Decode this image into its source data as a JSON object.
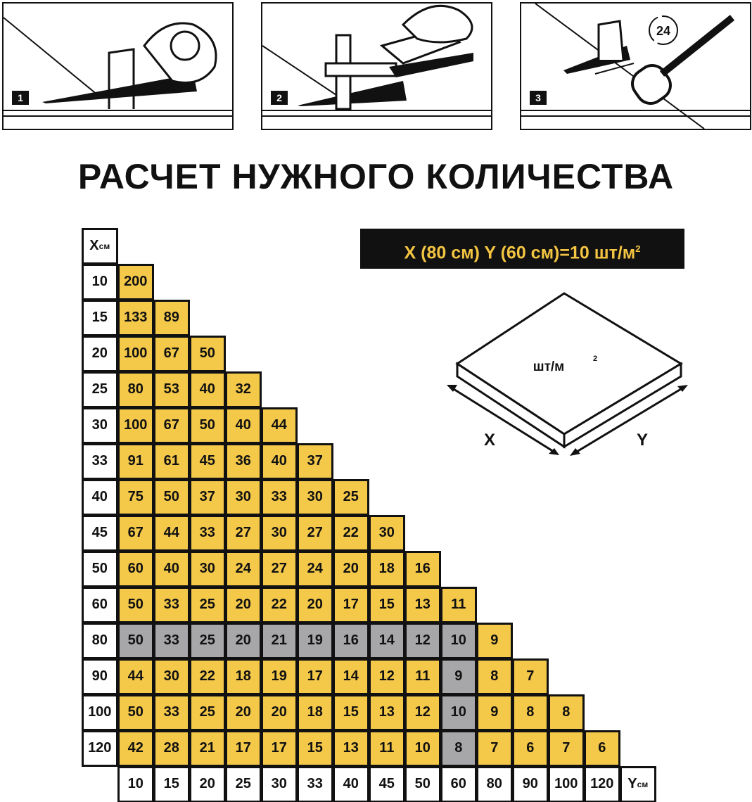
{
  "steps": [
    {
      "number": "1"
    },
    {
      "number": "2"
    },
    {
      "number": "3",
      "timer_label": "24"
    }
  ],
  "title": "РАСЧЕТ НУЖНОГО КОЛИЧЕСТВА",
  "formula": {
    "text": "X (80 см) Y (60 см)=10  шт/м",
    "sup": "2"
  },
  "tile_diagram": {
    "label": "шт/м",
    "label_sup": "2",
    "x_label": "X",
    "y_label": "Y"
  },
  "table": {
    "x_header": "X",
    "x_unit": "см",
    "y_header": "Y",
    "y_unit": "см",
    "rows": [
      "10",
      "15",
      "20",
      "25",
      "30",
      "33",
      "40",
      "45",
      "50",
      "60",
      "80",
      "90",
      "100",
      "120"
    ],
    "cols": [
      "10",
      "15",
      "20",
      "25",
      "30",
      "33",
      "40",
      "45",
      "50",
      "60",
      "80",
      "90",
      "100",
      "120"
    ],
    "values": [
      [
        "200"
      ],
      [
        "133",
        "89"
      ],
      [
        "100",
        "67",
        "50"
      ],
      [
        "80",
        "53",
        "40",
        "32"
      ],
      [
        "100",
        "67",
        "50",
        "40",
        "44"
      ],
      [
        "91",
        "61",
        "45",
        "36",
        "40",
        "37"
      ],
      [
        "75",
        "50",
        "37",
        "30",
        "33",
        "30",
        "25"
      ],
      [
        "67",
        "44",
        "33",
        "27",
        "30",
        "27",
        "22",
        "30"
      ],
      [
        "60",
        "40",
        "30",
        "24",
        "27",
        "24",
        "20",
        "18",
        "16"
      ],
      [
        "50",
        "33",
        "25",
        "20",
        "22",
        "20",
        "17",
        "15",
        "13",
        "11"
      ],
      [
        "50",
        "33",
        "25",
        "20",
        "21",
        "19",
        "16",
        "14",
        "12",
        "10",
        "9"
      ],
      [
        "44",
        "30",
        "22",
        "18",
        "19",
        "17",
        "14",
        "12",
        "11",
        "9",
        "8",
        "7"
      ],
      [
        "50",
        "33",
        "25",
        "20",
        "20",
        "18",
        "15",
        "13",
        "12",
        "10",
        "9",
        "8",
        "8"
      ],
      [
        "42",
        "28",
        "21",
        "17",
        "17",
        "15",
        "13",
        "11",
        "10",
        "8",
        "7",
        "6",
        "7",
        "6"
      ]
    ],
    "highlight_row": "80",
    "highlight_col": "60"
  },
  "colors": {
    "yellow": "#f4c94a",
    "gray": "#a7a7a9",
    "black": "#111111"
  }
}
